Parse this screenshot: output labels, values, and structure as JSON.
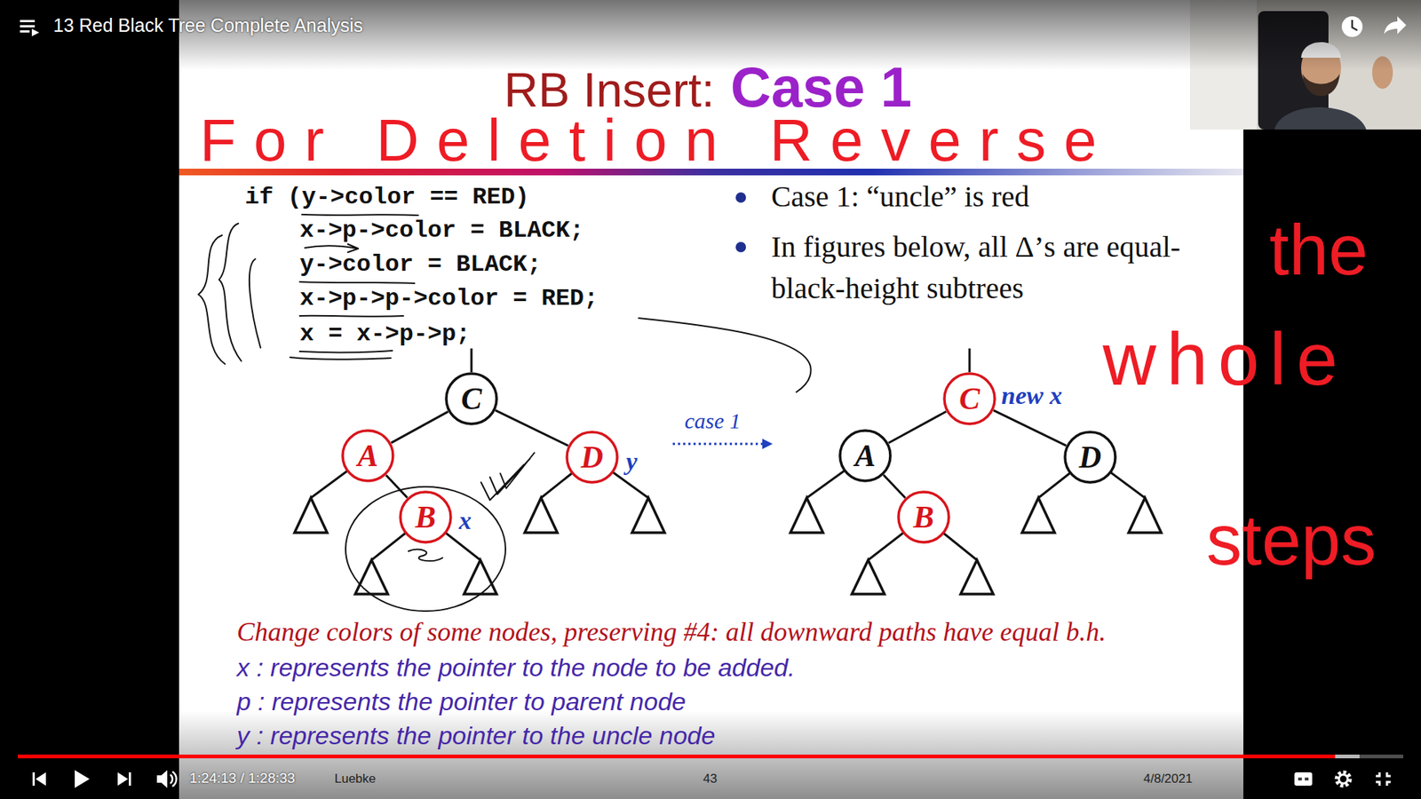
{
  "diagram": {
    "title": "RB Insert:",
    "nodes": [
      {
        "text": [
          "C"
        ]
      },
      {
        "text": [
          "A"
        ]
      },
      {
        "text": [
          "D"
        ]
      },
      {
        "text": [
          "B"
        ]
      },
      {
        "text": [
          "C"
        ]
      },
      {
        "text": [
          "A"
        ]
      },
      {
        "text": [
          "D"
        ]
      },
      {
        "text": [
          "B"
        ]
      }
    ],
    "edges": [
      {
        "from": 0,
        "to": 1,
        "arrow": "none"
      },
      {
        "from": 0,
        "to": 2,
        "arrow": "none"
      },
      {
        "from": 1,
        "to": 3,
        "arrow": "none"
      },
      {
        "from": 4,
        "to": 5,
        "arrow": "none"
      },
      {
        "from": 4,
        "to": 6,
        "arrow": "none"
      },
      {
        "from": 5,
        "to": 7,
        "arrow": "none"
      }
    ],
    "labels": [
      "13 Red Black Tree Complete Analysis",
      "Case 1",
      "For Deletion Reverse",
      "if (y->color == RED)",
      "x->p->color = BLACK;",
      "y->color = BLACK;",
      "x->p->p->color = RED;",
      "x = x->p->p;",
      "Case 1: “uncle” is red",
      "In figures below, all Δ’s are equal-black-height subtrees",
      "the",
      "whole",
      "y",
      "x",
      "case 1",
      "new x",
      "steps",
      "Change colors of some nodes, preserving #4: all downward paths have equal b.h.",
      "x : represents the pointer to the node to be added.",
      "p : represents the pointer to parent node",
      "y : represents the pointer to the uncle node",
      "1:24:13 / 1:28:33",
      "Luebke",
      "43",
      "4/8/2021"
    ]
  }
}
